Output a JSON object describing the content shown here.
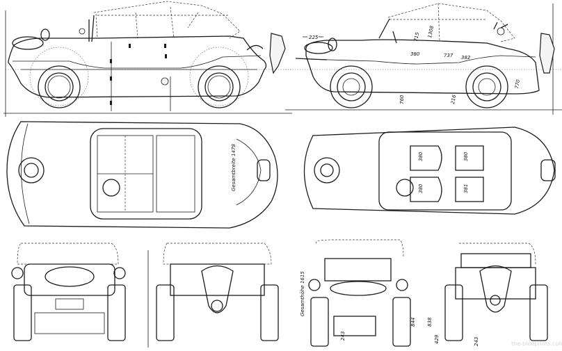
{
  "drawing": {
    "subject": "Amphibious vehicle technical blueprint (side, top, front and rear views)",
    "views": [
      {
        "id": "side-left",
        "label": "Side view, top closed"
      },
      {
        "id": "side-right",
        "label": "Side view, top open"
      },
      {
        "id": "top-left",
        "label": "Top view, covered seats"
      },
      {
        "id": "top-right",
        "label": "Top view, open seats"
      },
      {
        "id": "front-closed",
        "label": "Front view, top closed"
      },
      {
        "id": "rear-closed",
        "label": "Rear view, top closed"
      },
      {
        "id": "front-open",
        "label": "Front view, top open"
      },
      {
        "id": "rear-open",
        "label": "Rear view, top open"
      }
    ],
    "dimensions": {
      "side_right_front_overhang": "225",
      "side_right_height_a": "715",
      "side_right_height_b": "1308",
      "side_right_seat": "380",
      "side_right_mid_a": "737",
      "side_right_mid_b": "382",
      "side_right_ground": "760",
      "side_right_clearance": "216",
      "side_right_rear": "770",
      "top_right_seat_1": "380",
      "top_right_seat_2": "380",
      "top_right_seat_3": "380",
      "top_right_seat_4": "381",
      "top_left_overall_width": "Gesamtbreite 1478",
      "front_open_overall_height": "Gesamthöhe 1615",
      "front_open_track": "243",
      "front_open_height": "844",
      "rear_open_height": "838",
      "rear_open_low": "429",
      "rear_open_track": "243"
    },
    "watermark": "the-blueprints.com"
  }
}
